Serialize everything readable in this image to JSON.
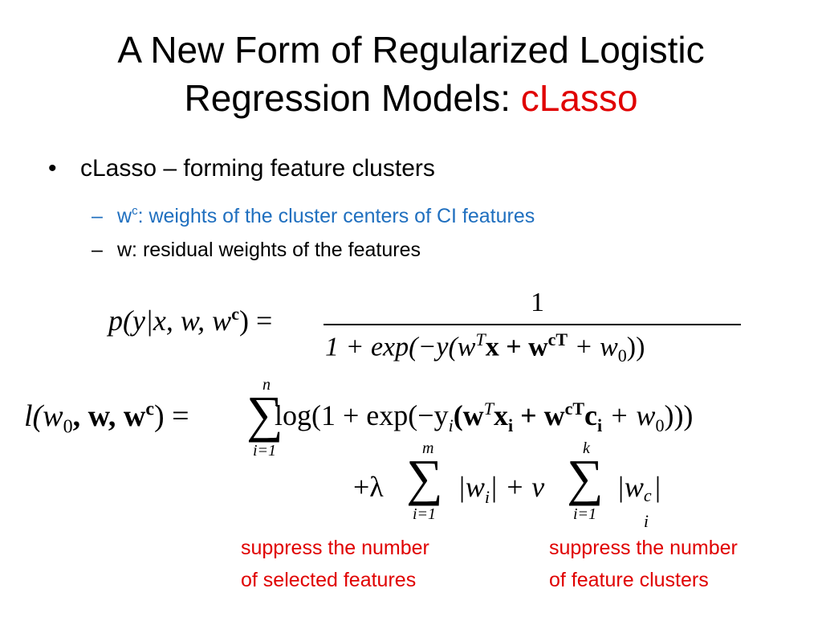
{
  "title": {
    "line1": "A New Form of Regularized Logistic",
    "line2_prefix": "Regression Models: ",
    "line2_accent": "cLasso"
  },
  "colors": {
    "accent_red": "#e00000",
    "blue": "#1f6fbf"
  },
  "bullets": {
    "main": {
      "marker": "•",
      "text": "cLasso – forming feature clusters"
    },
    "sub": [
      {
        "marker": "–",
        "prefix": "w",
        "sup": "c",
        "text": ": weights of the cluster centers of CI features"
      },
      {
        "marker": "–",
        "text": "w: residual weights of the features"
      }
    ]
  },
  "equations": {
    "eq1": {
      "lhs": "p(y|x, w, w",
      "lhs_sup": "c",
      "lhs_end": ") =",
      "numerator": "1",
      "denominator": "1 + exp(−y(w",
      "den_sup1": "T",
      "den_mid": "x + w",
      "den_sup2": "cT",
      "den_end": " + w",
      "den_sub": "0",
      "den_close": "))"
    },
    "eq2": {
      "lhs": "l(w",
      "lhs_sub": "0",
      "lhs_mid": ", w, w",
      "lhs_sup": "c",
      "lhs_end": ") =",
      "sum_upper": "n",
      "sum_lower": "i=1",
      "rhs_a": "log(1 + exp(−y",
      "rhs_sub_i": "i",
      "rhs_b": "(w",
      "rhs_sup_T": "T",
      "rhs_c": "x",
      "rhs_sub_i2": "i",
      "rhs_d": " + w",
      "rhs_sup_cT": "cT",
      "rhs_e": "c",
      "rhs_sub_i3": "i",
      "rhs_f": " + w",
      "rhs_sub_0": "0",
      "rhs_g": ")))"
    },
    "eq3": {
      "lead": "+λ",
      "sum1_upper": "m",
      "sum1_lower": "i=1",
      "term1": "|w",
      "term1_sub": "i",
      "term1_end": "| + ν",
      "sum2_upper": "k",
      "sum2_lower": "i=1",
      "term2": "|w",
      "term2_sup": "c",
      "term2_sub": "i",
      "term2_end": "|"
    }
  },
  "notes": [
    {
      "line1": "suppress the number",
      "line2": "of selected features"
    },
    {
      "line1": "suppress the number",
      "line2": "of feature clusters"
    }
  ]
}
